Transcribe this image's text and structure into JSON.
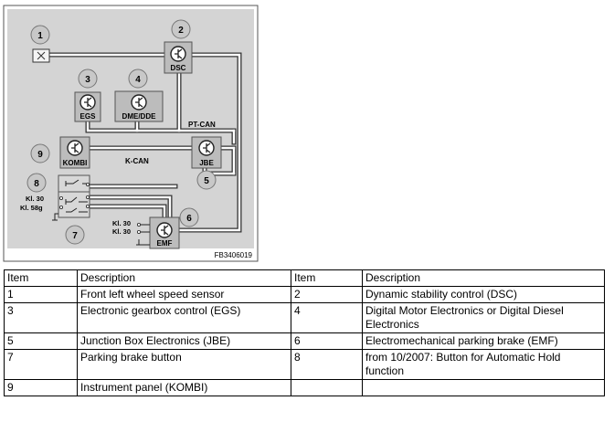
{
  "diagram": {
    "callouts": [
      "1",
      "2",
      "3",
      "4",
      "5",
      "6",
      "7",
      "8",
      "9"
    ],
    "modules": {
      "dsc": "DSC",
      "egs": "EGS",
      "dme": "DME/DDE",
      "kombi": "KOMBI",
      "jbe": "JBE",
      "emf": "EMF"
    },
    "bus": {
      "pt_can": "PT-CAN",
      "k_can": "K-CAN"
    },
    "terminals": {
      "kl30_left": "Kl. 30",
      "kl58g_left": "Kl. 58g",
      "kl30_emf_a": "Kl. 30",
      "kl30_emf_b": "Kl. 30"
    },
    "figure_id": "FB3406019"
  },
  "table": {
    "headers": [
      "Item",
      "Description",
      "Item",
      "Description"
    ],
    "rows": [
      [
        "1",
        "Front left wheel speed sensor",
        "2",
        "Dynamic stability control (DSC)"
      ],
      [
        "3",
        "Electronic gearbox control (EGS)",
        "4",
        "Digital Motor Electronics or Digital Diesel Electronics"
      ],
      [
        "5",
        "Junction Box Electronics (JBE)",
        "6",
        "Electromechanical parking brake (EMF)"
      ],
      [
        "7",
        "Parking brake button",
        "8",
        "from 10/2007: Button for Automatic Hold function"
      ],
      [
        "9",
        "Instrument panel (KOMBI)",
        "",
        ""
      ]
    ]
  }
}
